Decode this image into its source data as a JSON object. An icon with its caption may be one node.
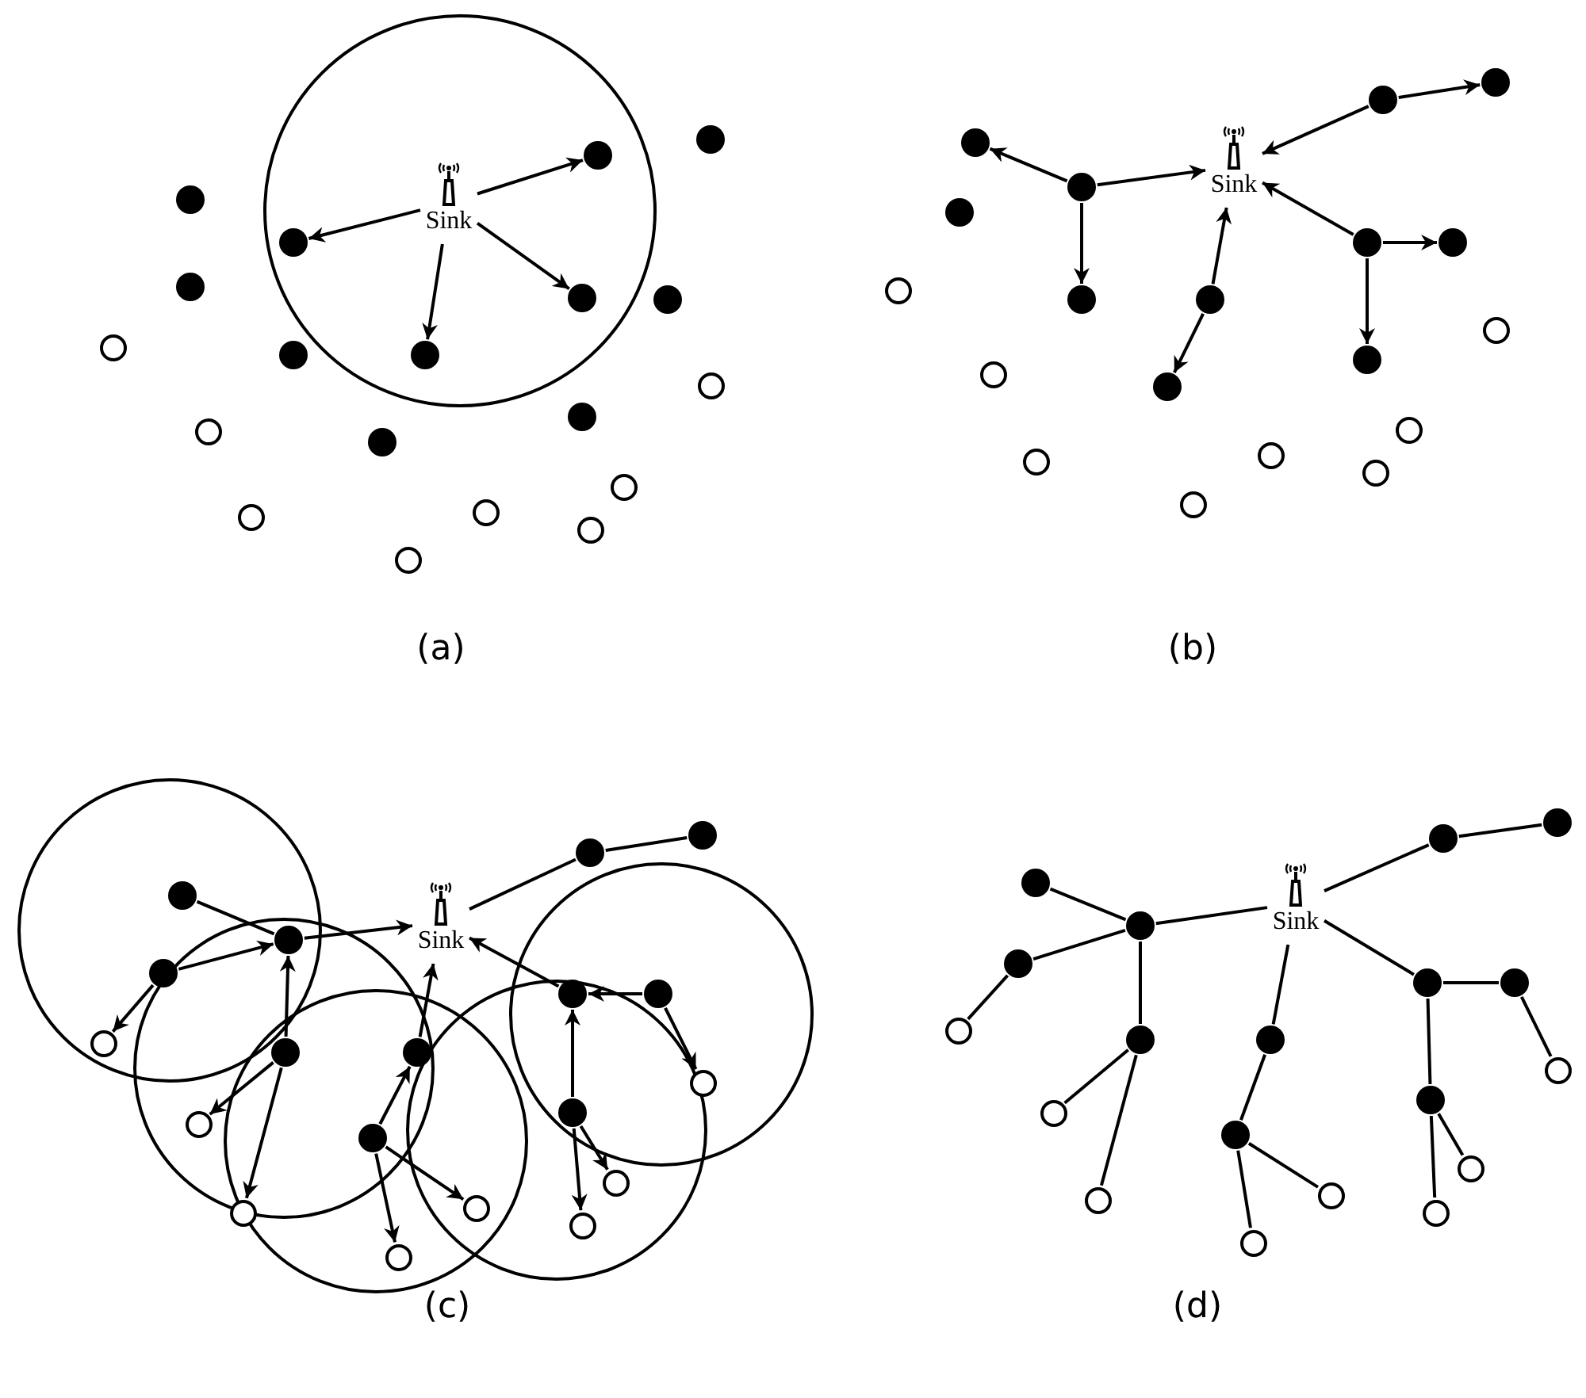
{
  "diagram": {
    "nodes": [
      {
        "text": [
          "Sink"
        ]
      },
      {
        "text": [],
        "shape": "dot"
      },
      {
        "text": [],
        "shape": "dot"
      },
      {
        "text": [],
        "shape": "dot"
      },
      {
        "text": [],
        "shape": "dot"
      },
      {
        "text": [],
        "shape": "dot"
      },
      {
        "text": [],
        "shape": "dot"
      },
      {
        "text": [],
        "shape": "dot"
      },
      {
        "text": [],
        "shape": "dot"
      },
      {
        "text": [],
        "shape": "dot"
      },
      {
        "text": [],
        "shape": "dot"
      },
      {
        "text": [],
        "shape": "dot"
      },
      {
        "text": [],
        "shape": "circle"
      },
      {
        "text": [],
        "shape": "circle"
      },
      {
        "text": [],
        "shape": "circle"
      },
      {
        "text": [],
        "shape": "circle"
      },
      {
        "text": [],
        "shape": "circle"
      },
      {
        "text": [],
        "shape": "circle"
      },
      {
        "text": [],
        "shape": "circle"
      },
      {
        "text": [],
        "shape": "circle"
      },
      {
        "text": [
          "Sink"
        ]
      },
      {
        "text": [],
        "shape": "dot"
      },
      {
        "text": [],
        "shape": "dot"
      },
      {
        "text": [],
        "shape": "dot"
      },
      {
        "text": [],
        "shape": "dot"
      },
      {
        "text": [],
        "shape": "dot"
      },
      {
        "text": [],
        "shape": "dot"
      },
      {
        "text": [],
        "shape": "dot"
      },
      {
        "text": [],
        "shape": "dot"
      },
      {
        "text": [],
        "shape": "dot"
      },
      {
        "text": [],
        "shape": "dot"
      },
      {
        "text": [],
        "shape": "dot"
      },
      {
        "text": [],
        "shape": "circle"
      },
      {
        "text": [],
        "shape": "circle"
      },
      {
        "text": [],
        "shape": "circle"
      },
      {
        "text": [],
        "shape": "circle"
      },
      {
        "text": [],
        "shape": "circle"
      },
      {
        "text": [],
        "shape": "circle"
      },
      {
        "text": [],
        "shape": "circle"
      },
      {
        "text": [],
        "shape": "circle"
      },
      {
        "text": [
          "Sink"
        ]
      },
      {
        "text": [],
        "shape": "dot"
      },
      {
        "text": [],
        "shape": "dot"
      },
      {
        "text": [],
        "shape": "dot"
      },
      {
        "text": [],
        "shape": "dot"
      },
      {
        "text": [],
        "shape": "dot"
      },
      {
        "text": [],
        "shape": "dot"
      },
      {
        "text": [],
        "shape": "dot"
      },
      {
        "text": [],
        "shape": "dot"
      },
      {
        "text": [],
        "shape": "dot"
      },
      {
        "text": [],
        "shape": "dot"
      },
      {
        "text": [],
        "shape": "dot"
      },
      {
        "text": [],
        "shape": "circle"
      },
      {
        "text": [],
        "shape": "circle"
      },
      {
        "text": [],
        "shape": "circle"
      },
      {
        "text": [],
        "shape": "circle"
      },
      {
        "text": [],
        "shape": "circle"
      },
      {
        "text": [],
        "shape": "circle"
      },
      {
        "text": [],
        "shape": "circle"
      },
      {
        "text": [],
        "shape": "circle"
      },
      {
        "text": [
          "Sink"
        ]
      },
      {
        "text": [],
        "shape": "dot"
      },
      {
        "text": [],
        "shape": "dot"
      },
      {
        "text": [],
        "shape": "dot"
      },
      {
        "text": [],
        "shape": "dot"
      },
      {
        "text": [],
        "shape": "dot"
      },
      {
        "text": [],
        "shape": "dot"
      },
      {
        "text": [],
        "shape": "dot"
      },
      {
        "text": [],
        "shape": "dot"
      },
      {
        "text": [],
        "shape": "dot"
      },
      {
        "text": [],
        "shape": "dot"
      },
      {
        "text": [],
        "shape": "dot"
      },
      {
        "text": [],
        "shape": "circle"
      },
      {
        "text": [],
        "shape": "circle"
      },
      {
        "text": [],
        "shape": "circle"
      },
      {
        "text": [],
        "shape": "circle"
      },
      {
        "text": [],
        "shape": "circle"
      },
      {
        "text": [],
        "shape": "circle"
      },
      {
        "text": [],
        "shape": "circle"
      },
      {
        "text": [],
        "shape": "circle"
      }
    ],
    "edges": [
      {
        "from": 0,
        "to": 2,
        "arrow": "to"
      },
      {
        "from": 0,
        "to": 5,
        "arrow": "to"
      },
      {
        "from": 0,
        "to": 6,
        "arrow": "to"
      },
      {
        "from": 0,
        "to": 9,
        "arrow": "to"
      },
      {
        "from": 22,
        "to": 20,
        "arrow": "to"
      },
      {
        "from": 22,
        "to": 21,
        "arrow": "to"
      },
      {
        "from": 22,
        "to": 24,
        "arrow": "to"
      },
      {
        "from": 27,
        "to": 20,
        "arrow": "to"
      },
      {
        "from": 27,
        "to": 28,
        "arrow": "to"
      },
      {
        "from": 29,
        "to": 20,
        "arrow": "to"
      },
      {
        "from": 29,
        "to": 30,
        "arrow": "to"
      },
      {
        "from": 29,
        "to": 31,
        "arrow": "to"
      },
      {
        "from": 25,
        "to": 20,
        "arrow": "to"
      },
      {
        "from": 25,
        "to": 26,
        "arrow": "to"
      },
      {
        "from": 41,
        "to": 42,
        "arrow": "none"
      },
      {
        "from": 42,
        "to": 40,
        "arrow": "to"
      },
      {
        "from": 43,
        "to": 42,
        "arrow": "to"
      },
      {
        "from": 43,
        "to": 52,
        "arrow": "to"
      },
      {
        "from": 44,
        "to": 42,
        "arrow": "to"
      },
      {
        "from": 44,
        "to": 53,
        "arrow": "to"
      },
      {
        "from": 44,
        "to": 54,
        "arrow": "to"
      },
      {
        "from": 45,
        "to": 40,
        "arrow": "to"
      },
      {
        "from": 46,
        "to": 45,
        "arrow": "to"
      },
      {
        "from": 46,
        "to": 55,
        "arrow": "to"
      },
      {
        "from": 46,
        "to": 56,
        "arrow": "to"
      },
      {
        "from": 47,
        "to": 40,
        "arrow": "none"
      },
      {
        "from": 47,
        "to": 48,
        "arrow": "none"
      },
      {
        "from": 49,
        "to": 40,
        "arrow": "to"
      },
      {
        "from": 50,
        "to": 49,
        "arrow": "to"
      },
      {
        "from": 50,
        "to": 59,
        "arrow": "to"
      },
      {
        "from": 51,
        "to": 49,
        "arrow": "to"
      },
      {
        "from": 51,
        "to": 57,
        "arrow": "to"
      },
      {
        "from": 51,
        "to": 58,
        "arrow": "to"
      },
      {
        "from": 61,
        "to": 62,
        "arrow": "none"
      },
      {
        "from": 62,
        "to": 60,
        "arrow": "none"
      },
      {
        "from": 63,
        "to": 62,
        "arrow": "none"
      },
      {
        "from": 62,
        "to": 64,
        "arrow": "none"
      },
      {
        "from": 63,
        "to": 72,
        "arrow": "none"
      },
      {
        "from": 64,
        "to": 73,
        "arrow": "none"
      },
      {
        "from": 64,
        "to": 74,
        "arrow": "none"
      },
      {
        "from": 60,
        "to": 65,
        "arrow": "none"
      },
      {
        "from": 65,
        "to": 66,
        "arrow": "none"
      },
      {
        "from": 66,
        "to": 75,
        "arrow": "none"
      },
      {
        "from": 66,
        "to": 76,
        "arrow": "none"
      },
      {
        "from": 60,
        "to": 67,
        "arrow": "none"
      },
      {
        "from": 67,
        "to": 68,
        "arrow": "none"
      },
      {
        "from": 60,
        "to": 69,
        "arrow": "none"
      },
      {
        "from": 69,
        "to": 70,
        "arrow": "none"
      },
      {
        "from": 69,
        "to": 71,
        "arrow": "none"
      },
      {
        "from": 70,
        "to": 77,
        "arrow": "none"
      },
      {
        "from": 71,
        "to": 78,
        "arrow": "none"
      },
      {
        "from": 71,
        "to": 79,
        "arrow": "none"
      }
    ],
    "labels": [
      "(a)",
      "(b)",
      "(c)",
      "(d)"
    ]
  }
}
